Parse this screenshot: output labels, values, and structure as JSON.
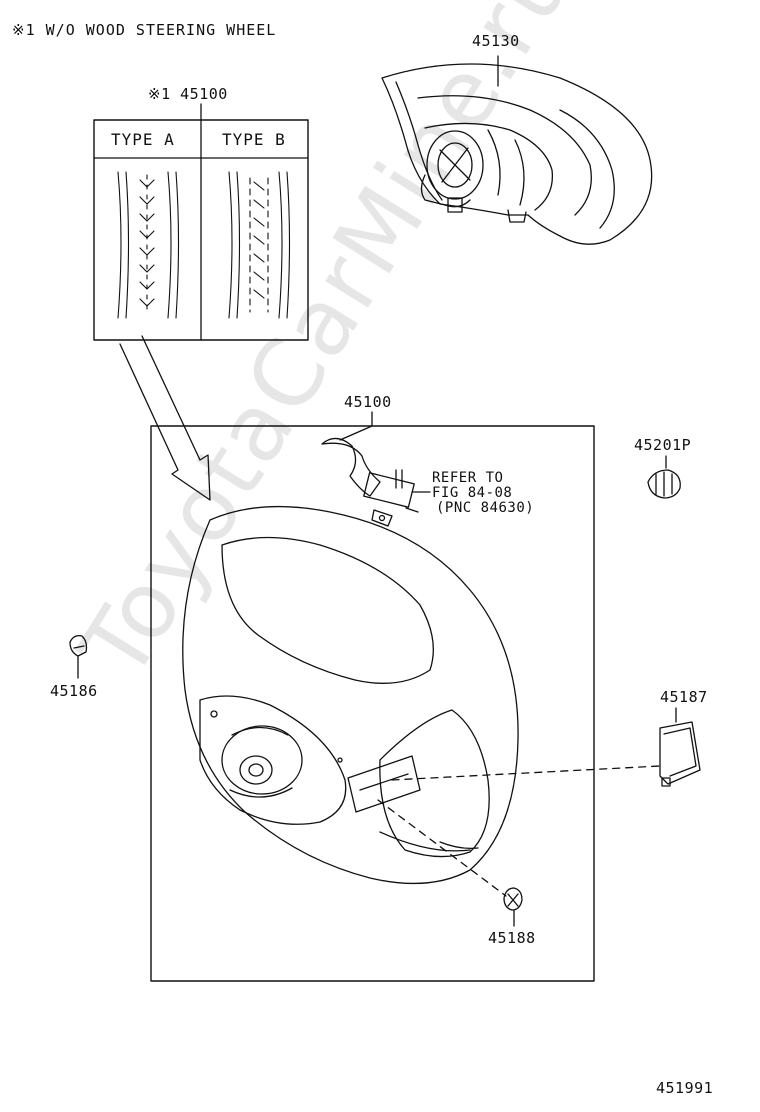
{
  "note": "※1 W/O WOOD STEERING WHEEL",
  "watermark": "ToyotaCarMine.ru",
  "inset": {
    "title": "※1 45100",
    "type_a": "TYPE A",
    "type_b": "TYPE B"
  },
  "parts": {
    "airbag_pad": "45130",
    "wheel": "45100",
    "screw_a": "45201P",
    "cover_left": "45186",
    "cover_right": "45187",
    "screw_b": "45188"
  },
  "refer": {
    "line1": "REFER TO",
    "line2": "FIG 84-08",
    "line3": "(PNC 84630)"
  },
  "illustration_id": "451991",
  "colors": {
    "line": "#111111",
    "watermark": "#e6e6e6",
    "background": "#ffffff"
  }
}
